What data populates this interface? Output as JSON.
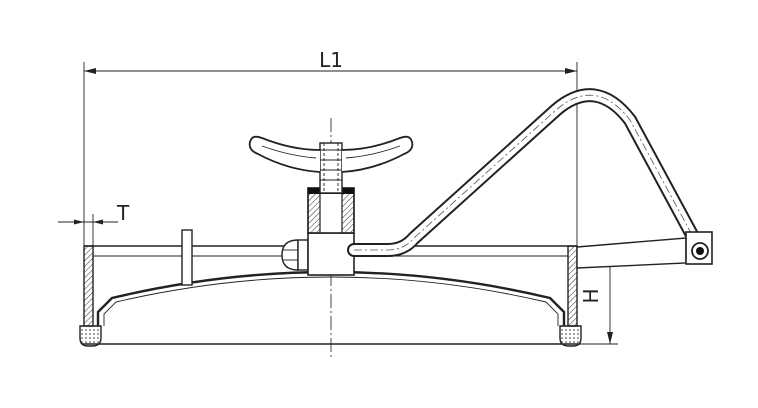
{
  "dimensions": {
    "overall_length": "L1",
    "thickness": "T",
    "height": "H"
  }
}
